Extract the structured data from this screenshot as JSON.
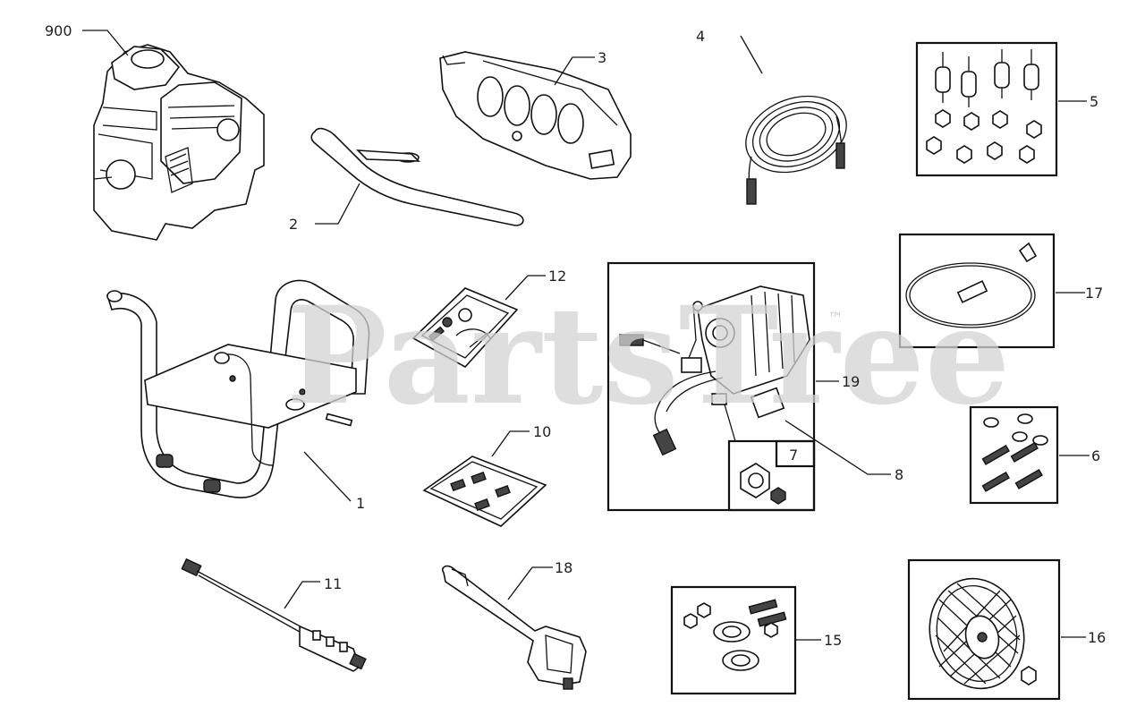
{
  "watermark": {
    "text": "PartsTree",
    "trademark": "™"
  },
  "callouts": {
    "c900": "900",
    "c2": "2",
    "c3": "3",
    "c4": "4",
    "c5": "5",
    "c17": "17",
    "c12": "12",
    "c19": "19",
    "c1": "1",
    "c10": "10",
    "c8": "8",
    "c7": "7",
    "c6": "6",
    "c11": "11",
    "c18": "18",
    "c15": "15",
    "c16": "16"
  }
}
